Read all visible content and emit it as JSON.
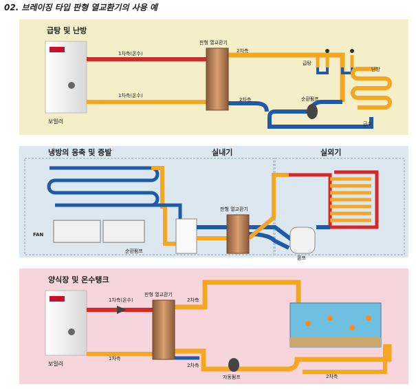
{
  "page_title": "02. 브레이징 타입 판형 열교환기의 사용 예",
  "colors": {
    "hot": "#d62828",
    "warm": "#f5a623",
    "cold": "#1e5aa8",
    "panel1": "#f4efc8",
    "panel2": "#dde7f0",
    "panel3": "#f6d6dc"
  },
  "panel1": {
    "title": "급탕 및 난방",
    "labels": {
      "boiler": "보일러",
      "primary_hot": "1차측(온수)",
      "primary_return": "1차측(온수)",
      "hx": "판형 열교환기",
      "secondary_out": "2차측",
      "secondary_in": "2차측",
      "hot_water": "급탕",
      "heating": "난방",
      "pump": "순환펌프",
      "supply": "급수"
    }
  },
  "panel2": {
    "title": "냉방의 응축 및 증발",
    "indoor": "실내기",
    "outdoor": "실외기",
    "labels": {
      "fan": "FAN",
      "pump": "순환펌프",
      "hx": "판형 열교환기",
      "compressor": "콤프"
    }
  },
  "panel3": {
    "title": "양식장 및 온수탱크",
    "labels": {
      "boiler": "보일러",
      "primary_hot": "1차측(온수)",
      "primary_return": "1차측",
      "hx": "판형 열교환기",
      "secondary_out": "2차측",
      "secondary_return": "2차측",
      "secondary_bottom": "2차측",
      "pump": "자동펌프"
    }
  }
}
